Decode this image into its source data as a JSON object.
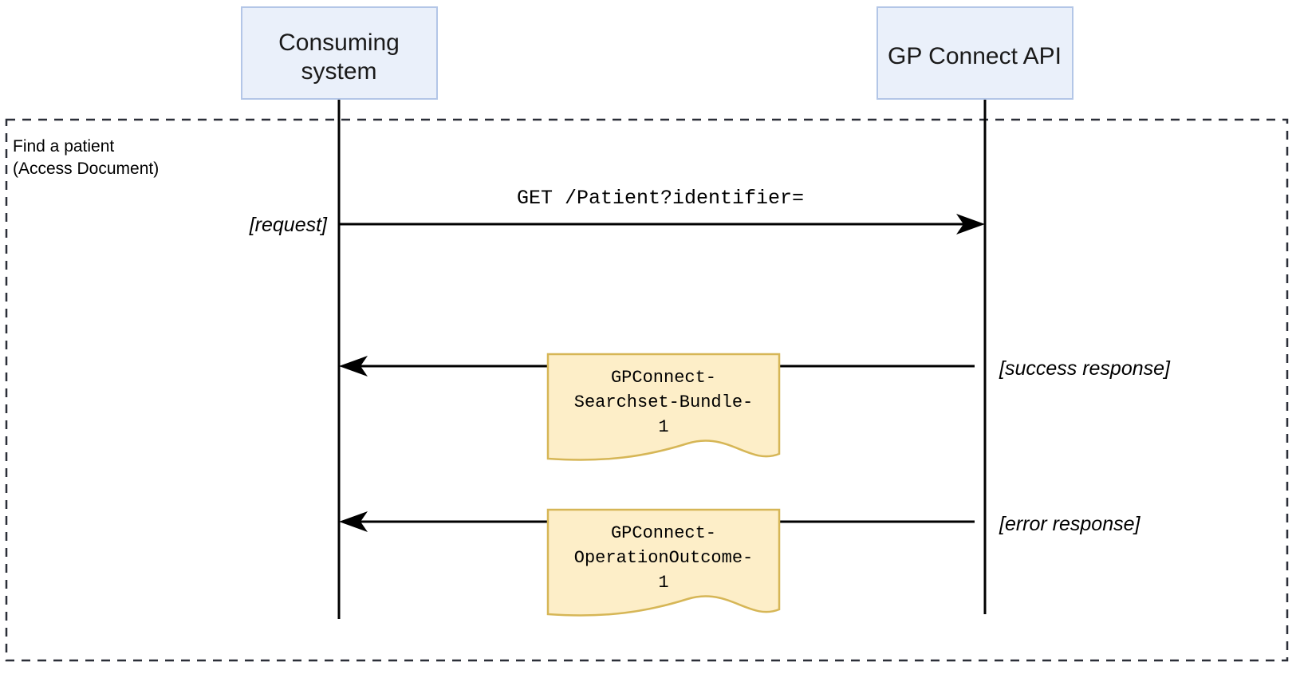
{
  "diagram": {
    "type": "uml-sequence-diagram",
    "colors": {
      "participant_fill": "#eaf0fa",
      "participant_stroke": "#b3c6e7",
      "note_fill": "#fdeec8",
      "note_stroke": "#d6b656",
      "line": "#000000",
      "frame_stroke": "#2b2f38"
    },
    "participants": [
      {
        "id": "consuming-system",
        "label_line1": "Consuming",
        "label_line2": "system"
      },
      {
        "id": "gp-connect-api",
        "label_line1": "GP Connect API",
        "label_line2": ""
      }
    ],
    "frame": {
      "label_line1": "Find a patient",
      "label_line2": "(Access Document)"
    },
    "messages": [
      {
        "id": "request",
        "direction": "right",
        "label": "GET /Patient?identifier=",
        "side_label": "[request]",
        "side_label_position": "left"
      },
      {
        "id": "success-response",
        "direction": "left",
        "label": "",
        "side_label": "[success response]",
        "side_label_position": "right",
        "note": {
          "line1": "GPConnect-",
          "line2": "Searchset-Bundle-",
          "line3": "1"
        }
      },
      {
        "id": "error-response",
        "direction": "left",
        "label": "",
        "side_label": "[error response]",
        "side_label_position": "right",
        "note": {
          "line1": "GPConnect-",
          "line2": "OperationOutcome-",
          "line3": "1"
        }
      }
    ]
  }
}
